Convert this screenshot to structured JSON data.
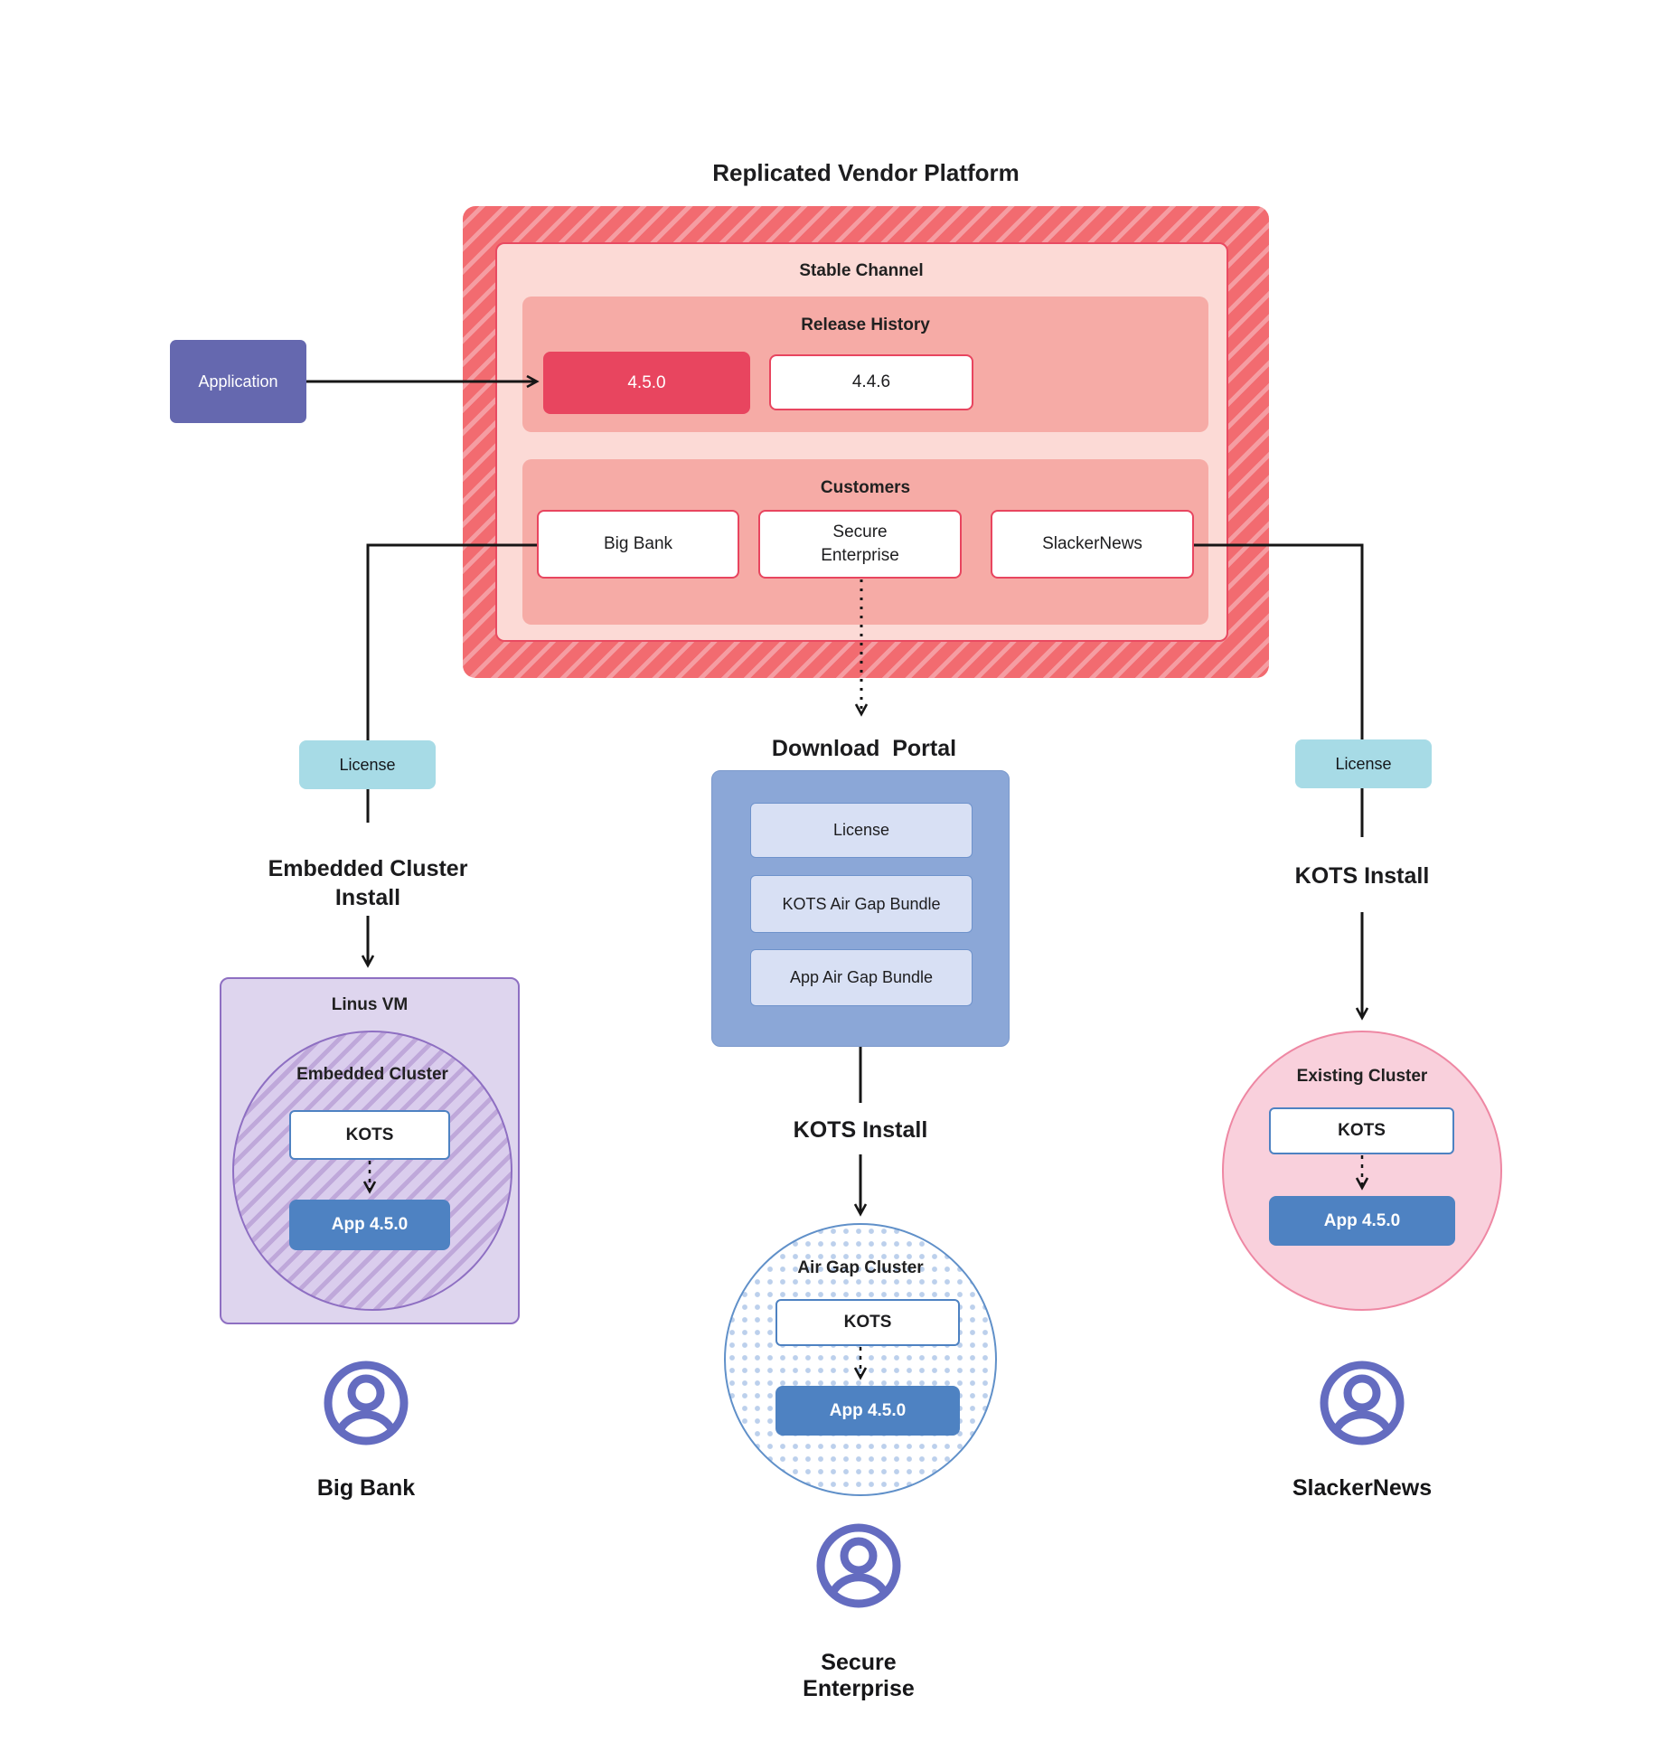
{
  "diagram": {
    "title": "Replicated Vendor Platform",
    "application": {
      "label": "Application"
    },
    "platform": {
      "stable_channel": {
        "label": "Stable Channel",
        "release_history": {
          "label": "Release History",
          "releases": [
            {
              "version": "4.5.0",
              "state": "current"
            },
            {
              "version": "4.4.6",
              "state": "previous"
            }
          ]
        },
        "customers": {
          "label": "Customers",
          "items": [
            {
              "name": "Big Bank"
            },
            {
              "name": "Secure Enterprise"
            },
            {
              "name": "SlackerNews"
            }
          ]
        }
      }
    },
    "flows": {
      "embedded_cluster": {
        "license_label": "License",
        "install_label": "Embedded Cluster Install",
        "vm_label": "Linus VM",
        "cluster_label": "Embedded Cluster",
        "kots_label": "KOTS",
        "app_label": "App 4.5.0",
        "customer_name": "Big Bank"
      },
      "air_gap": {
        "portal_label": "Download  Portal",
        "portal_items": [
          {
            "label": "License"
          },
          {
            "label": "KOTS Air Gap Bundle"
          },
          {
            "label": "App Air Gap Bundle"
          }
        ],
        "install_label": "KOTS Install",
        "cluster_label": "Air Gap Cluster",
        "kots_label": "KOTS",
        "app_label": "App 4.5.0",
        "customer_name": "Secure Enterprise"
      },
      "existing_cluster": {
        "license_label": "License",
        "install_label": "KOTS Install",
        "cluster_label": "Existing Cluster",
        "kots_label": "KOTS",
        "app_label": "App 4.5.0",
        "customer_name": "SlackerNews"
      }
    },
    "colors": {
      "platform_hatch": "#f26b70",
      "platform_hatch_stripe": "#f59da2",
      "stable_channel_fill": "#fcdad6",
      "red_accent": "#e8455f",
      "panel_fill": "#f6aba6",
      "application_fill": "#6568af",
      "license_fill": "#a7dbe6",
      "portal_fill": "#8ba7d7",
      "portal_item_fill": "#d8e0f4",
      "app_blue": "#4e82c2",
      "vm_fill": "#ded5ee",
      "vm_border": "#8e6fc2",
      "existing_cluster_fill": "#f9d0dc",
      "existing_cluster_border": "#ee87a3",
      "air_gap_border": "#6090c9",
      "user_icon": "#646cc0",
      "connector": "#161616"
    }
  }
}
